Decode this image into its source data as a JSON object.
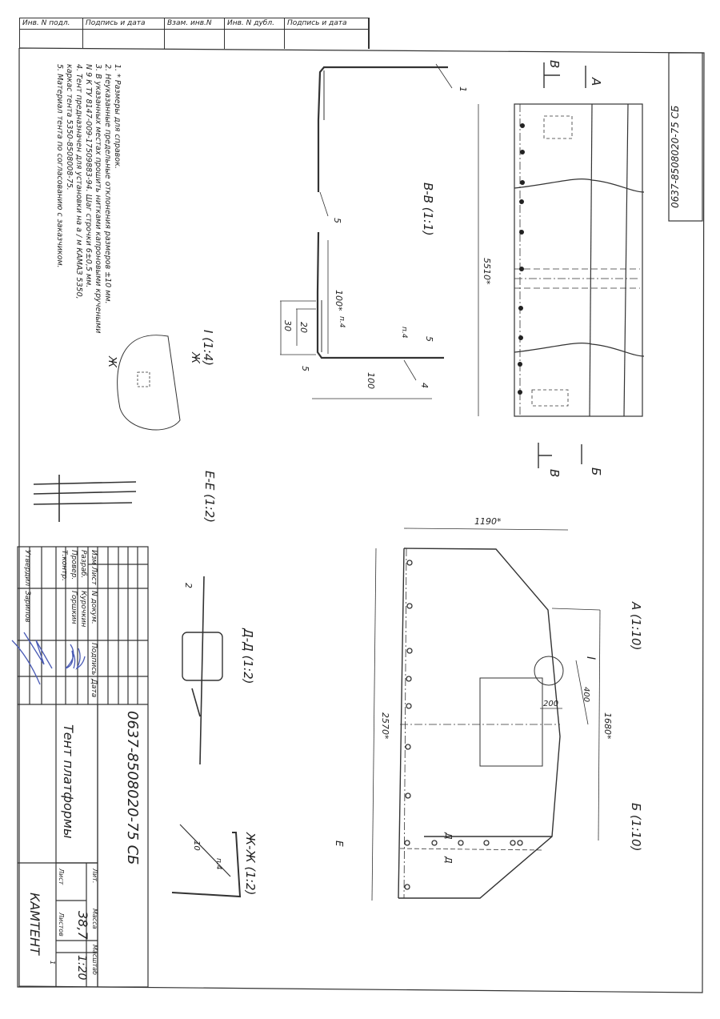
{
  "header_stamp": {
    "columns": [
      "Инв. N подл.",
      "Подпись и дата",
      "Взам. инв.N",
      "Инв. N дубл.",
      "Подпись и дата"
    ]
  },
  "doc_number_top": "0637-8508020-75 СБ",
  "notes": [
    "1. * Размеры для справок.",
    "2. Неуказанные предельные отклонения размеров ±10 мм.",
    "3. В указанных местах прошить нитками капроновыми кручеными",
    "   N 9 К ТУ 8147-009-17509883-94. Шаг строчки 6±0,5 мм.",
    "4. Тент предназначен для установки на а / м КАМАЗ 5350,",
    "   каркас тента 5350-8508008-75.",
    "5. Материал тента по согласованию с заказчиком."
  ],
  "views": {
    "section_bb": {
      "label": "В-В (1:1)",
      "dims": [
        "100*",
        "30",
        "20",
        "5",
        "100",
        "5"
      ],
      "callouts": [
        "1",
        "5",
        "4",
        "п.4",
        "п.4"
      ]
    },
    "front_view": {
      "dims": [
        "5510*"
      ],
      "markers": [
        "А",
        "Б",
        "В",
        "В"
      ]
    },
    "view_a": {
      "label": "А (1:10)",
      "dims": [
        "1190*",
        "2570*",
        "1680*",
        "400",
        "200"
      ],
      "callouts": [
        "I"
      ],
      "markers": [
        "Д",
        "Д",
        "Е"
      ]
    },
    "view_b": {
      "label": "Б (1:10)"
    },
    "detail_i": {
      "label": "I (1:4)",
      "markers": [
        "Ж",
        "Ж"
      ]
    },
    "section_ee": {
      "label": "Е-Е (1:2)"
    },
    "section_dd": {
      "label": "Д-Д (1:2)",
      "callouts": [
        "2"
      ]
    },
    "section_zhzh": {
      "label": "Ж-Ж (1:2)",
      "callouts": [
        "10",
        "п.4"
      ]
    }
  },
  "title_block": {
    "rows_header": [
      "Изм",
      "Лист",
      "N докум.",
      "Подпись",
      "Дата"
    ],
    "roles": [
      {
        "role": "Разраб.",
        "name": "Курочкин"
      },
      {
        "role": "Провер.",
        "name": "Горшкин"
      },
      {
        "role": "Т.контр.",
        "name": ""
      },
      {
        "role": "Утвердил",
        "name": "Зарипов"
      }
    ],
    "doc_number": "0637-8508020-75 СБ",
    "title": "Тент платформы",
    "lit_label": "Лит.",
    "mass_label": "Масса",
    "scale_label": "Масштаб",
    "mass": "38,7",
    "scale": "1:20",
    "sheet_label": "Лист",
    "sheets_label": "Листов",
    "sheets": "1",
    "organization": "КАМТЕНТ"
  }
}
